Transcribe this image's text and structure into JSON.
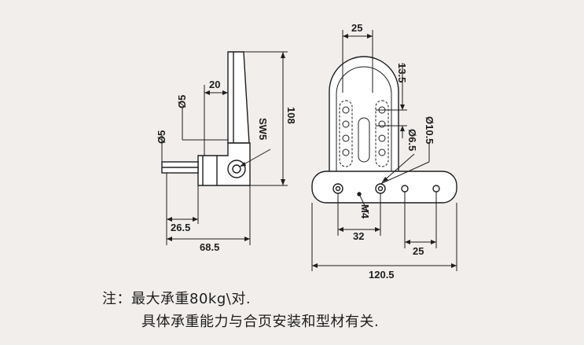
{
  "dimensions": {
    "side_width_20": "20",
    "hole_dia_upper": "Ø5",
    "hole_dia_lower": "Ø5",
    "screw_sw5": "SW5",
    "height_108": "108",
    "offset_26_5": "26.5",
    "width_68_5": "68.5",
    "top_width_25": "25",
    "slot_13_5": "13.5",
    "hole_dia_6_5": "Ø6.5",
    "hole_dia_10_5": "Ø10.5",
    "thread_m4": "M4",
    "spacing_32": "32",
    "spacing_25": "25",
    "total_width": "120.5"
  },
  "notes": {
    "line1": "注：最大承重80kg\\对.",
    "line2": "具体承重能力与合页安装和型材有关."
  },
  "colors": {
    "background": "#f1eeec",
    "line": "#1e1e1e"
  }
}
